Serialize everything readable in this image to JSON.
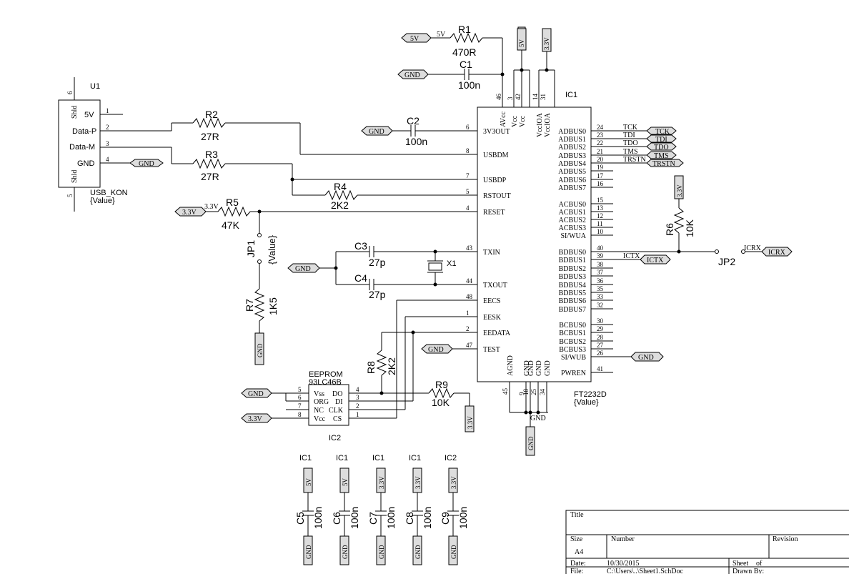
{
  "ports": {
    "p5v_r1": "5V",
    "gnd_c1": "GND",
    "gnd_c2": "GND",
    "gnd_u1": "GND",
    "p33_r5": "3.3V",
    "gnd_x1": "GND",
    "gnd_ic2": "GND",
    "p33_ic2": "3.3V",
    "gnd_test": "GND",
    "gnd_wub": "GND",
    "tck": "TCK",
    "tdi": "TDI",
    "tdo": "TDO",
    "tms": "TMS",
    "trstn": "TRSTN",
    "ictx": "ICTX",
    "icrx": "ICRX",
    "v5_top": "5V",
    "v33_top": "3.3V",
    "v33_r6": "3.3V",
    "gnd_jp1": "GND",
    "v33_r9": "3.3V",
    "gnd_ic1": "GND"
  },
  "nets": {
    "n5v_r1": "5V",
    "n33_r5": "3.3V",
    "tck": "TCK",
    "tdi": "TDI",
    "tdo": "TDO",
    "tms": "TMS",
    "trstn": "TRSTN",
    "ictx": "ICTX",
    "icrx": "ICRX",
    "gnd_ic1": "GND"
  },
  "u1": {
    "ref": "U1",
    "name": "USB_KON",
    "value": "{Value}",
    "pins": [
      "5V",
      "Data-P",
      "Data-M",
      "GND",
      "Shld",
      "Shld"
    ],
    "pin_numbers": [
      "1",
      "2",
      "3",
      "4",
      "6",
      "5"
    ]
  },
  "components": {
    "r1": {
      "ref": "R1",
      "value": "470R"
    },
    "r2": {
      "ref": "R2",
      "value": "27R"
    },
    "r3": {
      "ref": "R3",
      "value": "27R"
    },
    "r4": {
      "ref": "R4",
      "value": "2K2"
    },
    "r5": {
      "ref": "R5",
      "value": "47K"
    },
    "r6": {
      "ref": "R6",
      "value": "10K"
    },
    "r7": {
      "ref": "R7",
      "value": "1K5"
    },
    "r8": {
      "ref": "R8",
      "value": "2K2"
    },
    "r9": {
      "ref": "R9",
      "value": "10K"
    },
    "c1": {
      "ref": "C1",
      "value": "100n"
    },
    "c2": {
      "ref": "C2",
      "value": "100n"
    },
    "c3": {
      "ref": "C3",
      "value": "27p"
    },
    "c4": {
      "ref": "C4",
      "value": "27p"
    },
    "x1": {
      "ref": "X1"
    },
    "jp1": {
      "ref": "JP1",
      "value": "{Value}"
    },
    "jp2": {
      "ref": "JP2"
    }
  },
  "ic1": {
    "ref": "IC1",
    "part": "FT2232D",
    "value": "{Value}",
    "gnd_label": "GND",
    "top_pins": [
      {
        "num": "46",
        "name": "AVcc"
      },
      {
        "num": "3",
        "name": "Vcc"
      },
      {
        "num": "42",
        "name": "Vcc"
      },
      {
        "num": "14",
        "name": "VccIOA"
      },
      {
        "num": "31",
        "name": "VccIOA"
      }
    ],
    "left_pins": [
      {
        "num": "6",
        "name": "3V3OUT"
      },
      {
        "num": "8",
        "name": "USBDM"
      },
      {
        "num": "7",
        "name": "USBDP"
      },
      {
        "num": "5",
        "name": "RSTOUT"
      },
      {
        "num": "4",
        "name": "RESET"
      },
      {
        "num": "43",
        "name": "TXIN"
      },
      {
        "num": "44",
        "name": "TXOUT"
      },
      {
        "num": "48",
        "name": "EECS"
      },
      {
        "num": "1",
        "name": "EESK"
      },
      {
        "num": "2",
        "name": "EEDATA"
      },
      {
        "num": "47",
        "name": "TEST"
      }
    ],
    "right_pins": [
      {
        "num": "24",
        "name": "ADBUS0"
      },
      {
        "num": "23",
        "name": "ADBUS1"
      },
      {
        "num": "22",
        "name": "ADBUS2"
      },
      {
        "num": "21",
        "name": "ADBUS3"
      },
      {
        "num": "20",
        "name": "ADBUS4"
      },
      {
        "num": "19",
        "name": "ADBUS5"
      },
      {
        "num": "17",
        "name": "ADBUS6"
      },
      {
        "num": "16",
        "name": "ADBUS7"
      },
      {
        "num": "15",
        "name": "ACBUS0"
      },
      {
        "num": "13",
        "name": "ACBUS1"
      },
      {
        "num": "12",
        "name": "ACBUS2"
      },
      {
        "num": "11",
        "name": "ACBUS3"
      },
      {
        "num": "10",
        "name": "SI/WUA"
      },
      {
        "num": "40",
        "name": "BDBUS0"
      },
      {
        "num": "39",
        "name": "BDBUS1"
      },
      {
        "num": "38",
        "name": "BDBUS2"
      },
      {
        "num": "37",
        "name": "BDBUS3"
      },
      {
        "num": "36",
        "name": "BDBUS4"
      },
      {
        "num": "35",
        "name": "BDBUS5"
      },
      {
        "num": "33",
        "name": "BDBUS6"
      },
      {
        "num": "32",
        "name": "BDBUS7"
      },
      {
        "num": "30",
        "name": "BCBUS0"
      },
      {
        "num": "29",
        "name": "BCBUS1"
      },
      {
        "num": "28",
        "name": "BCBUS2"
      },
      {
        "num": "27",
        "name": "BCBUS3"
      },
      {
        "num": "26",
        "name": "SI/WUB"
      },
      {
        "num": "41",
        "name": "PWREN"
      }
    ],
    "bottom_pins": [
      {
        "num": "45",
        "name": "AGND"
      },
      {
        "num": "9",
        "name": "GND"
      },
      {
        "num": "18",
        "name": "GND"
      },
      {
        "num": "25",
        "name": "GND"
      },
      {
        "num": "34",
        "name": "GND"
      }
    ]
  },
  "ic2": {
    "ref": "IC2",
    "part": "EEPROM",
    "value": "93LC46B",
    "pins": [
      {
        "num": "5",
        "name": "Vss"
      },
      {
        "num": "6",
        "name": "ORG"
      },
      {
        "num": "7",
        "name": "NC"
      },
      {
        "num": "8",
        "name": "Vcc"
      },
      {
        "num": "4",
        "name": "DO"
      },
      {
        "num": "3",
        "name": "DI"
      },
      {
        "num": "2",
        "name": "CLK"
      },
      {
        "num": "1",
        "name": "CS"
      }
    ]
  },
  "decoupling": [
    {
      "ic": "IC1",
      "supply": "5V",
      "ref": "C5",
      "value": "100n",
      "gnd": "GND"
    },
    {
      "ic": "IC1",
      "supply": "5V",
      "ref": "C6",
      "value": "100n",
      "gnd": "GND"
    },
    {
      "ic": "IC1",
      "supply": "3.3V",
      "ref": "C7",
      "value": "100n",
      "gnd": "GND"
    },
    {
      "ic": "IC1",
      "supply": "3.3V",
      "ref": "C8",
      "value": "100n",
      "gnd": "GND"
    },
    {
      "ic": "IC2",
      "supply": "3.3V",
      "ref": "C9",
      "value": "100n",
      "gnd": "GND"
    }
  ],
  "title_block": {
    "title_label": "Title",
    "size_label": "Size",
    "size_value": "A4",
    "number_label": "Number",
    "revision_label": "Revision",
    "date_label": "Date:",
    "date_value": "10/30/2015",
    "sheet_label": "Sheet",
    "of_label": "of",
    "file_label": "File:",
    "file_value": "C:\\Users\\..\\Sheet1.SchDoc",
    "drawn_label": "Drawn By:"
  }
}
